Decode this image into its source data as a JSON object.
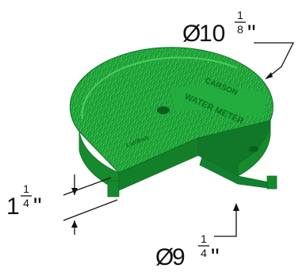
{
  "figure": {
    "brand_text": "CARSON",
    "label_text": "WATER METER",
    "small_tag": "Lid/Bolt",
    "colors": {
      "lid_top": "#1fa83a",
      "lid_side": "#168a2c",
      "lid_dark": "#0f6e22",
      "lid_highlight": "#4fcb5e",
      "line": "#111111"
    }
  },
  "dimensions": {
    "outer_diameter": {
      "symbol": "Ø",
      "whole": "10",
      "num": "1",
      "den": "8",
      "unit": "\""
    },
    "inner_diameter": {
      "symbol": "Ø",
      "whole": "9",
      "num": "1",
      "den": "4",
      "unit": "\""
    },
    "height": {
      "whole": "1",
      "num": "1",
      "den": "4",
      "unit": "\""
    }
  }
}
